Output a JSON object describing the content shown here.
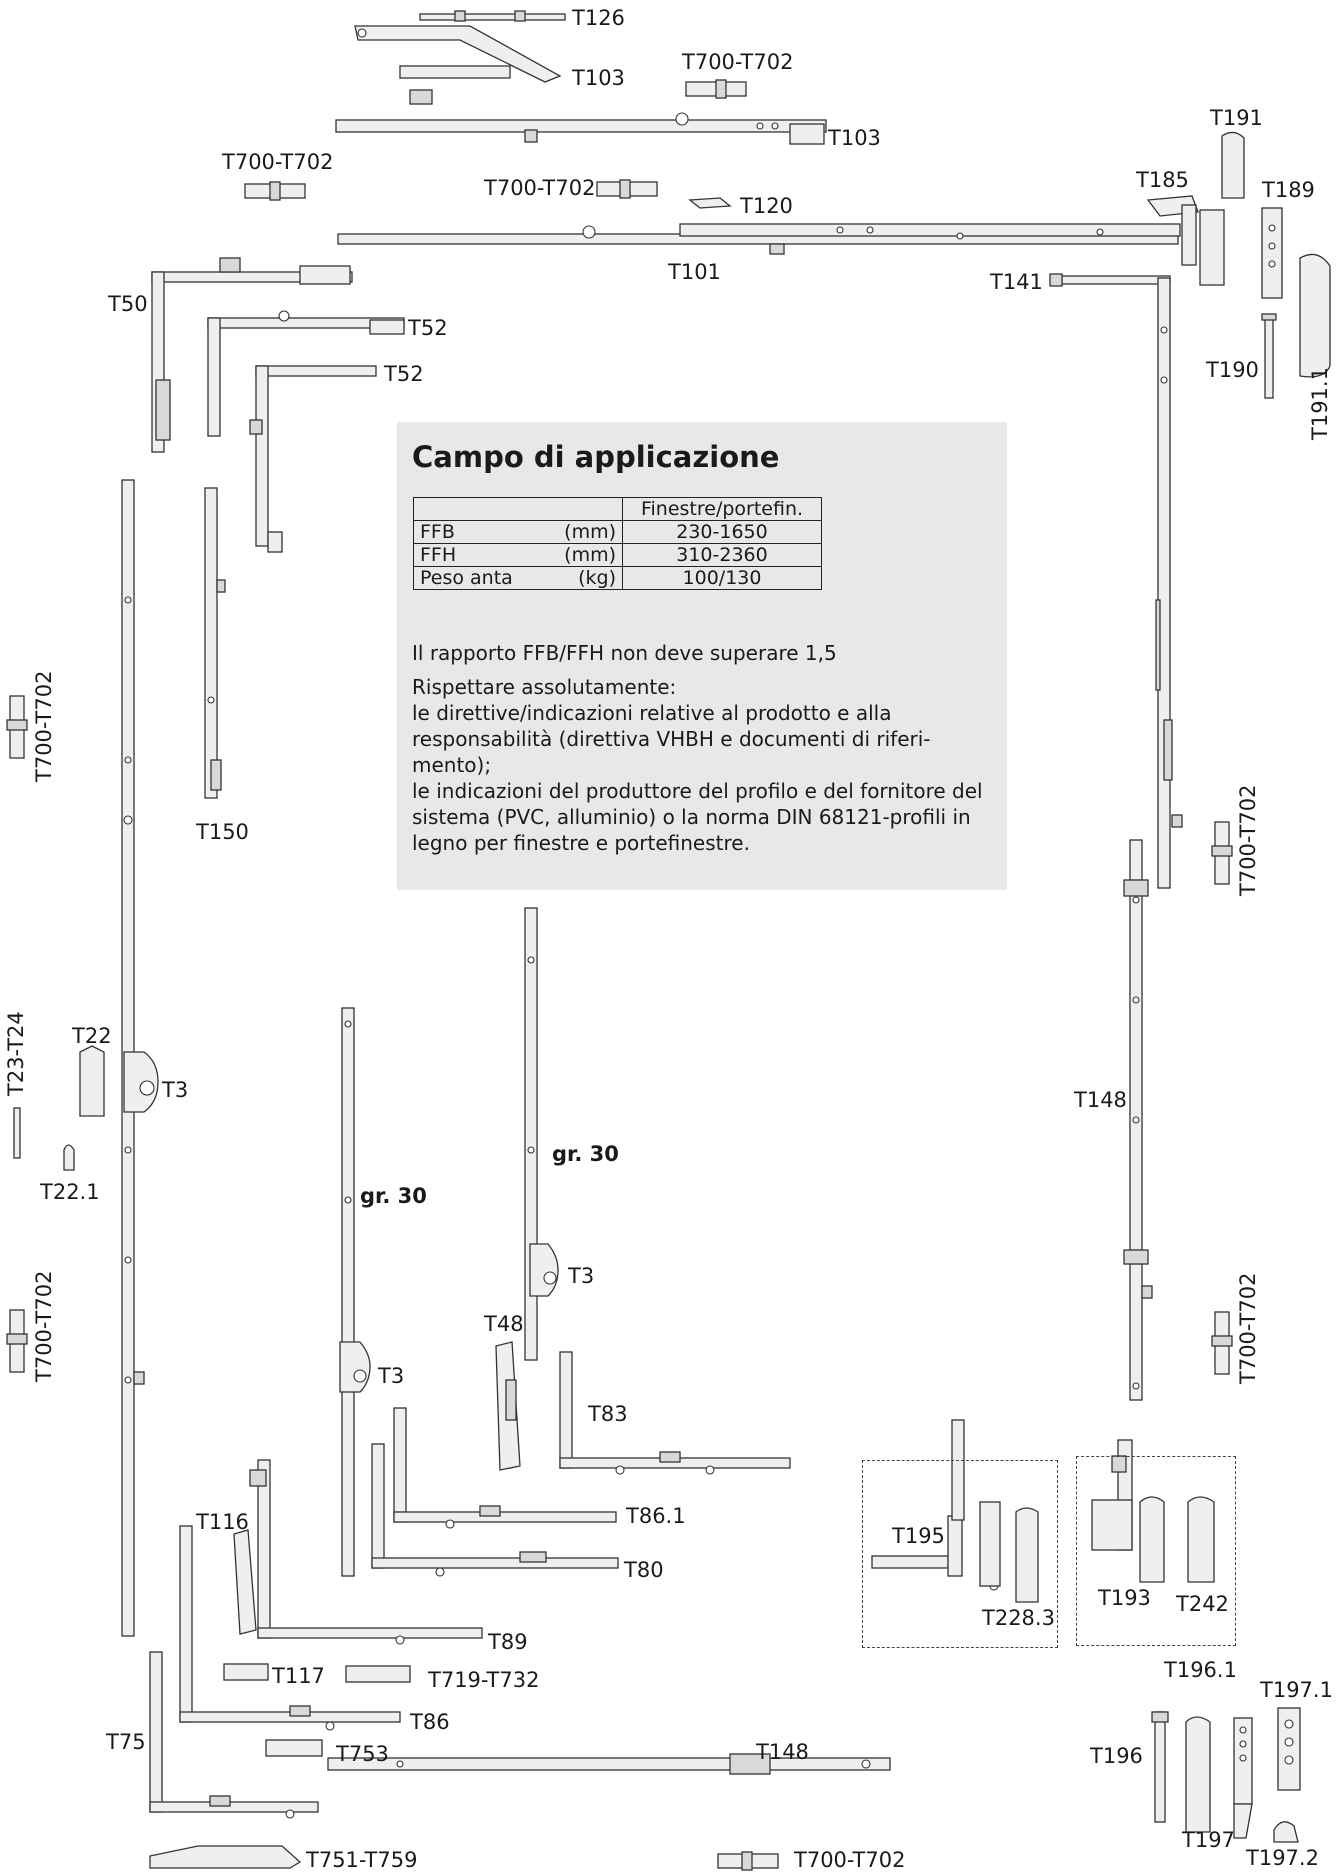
{
  "info": {
    "title": "Campo di applicazione",
    "table": {
      "header": "Finestre/portefin.",
      "rows": [
        {
          "label": "FFB",
          "unit": "(mm)",
          "value": "230-1650"
        },
        {
          "label": "FFH",
          "unit": "(mm)",
          "value": "310-2360"
        },
        {
          "label": "Peso anta",
          "unit": "(kg)",
          "value": "100/130"
        }
      ]
    },
    "note1": "Il rapporto FFB/FFH non deve superare 1,5",
    "note2_head": "Rispettare assolutamente:",
    "note2_line1": "le direttive/indicazioni relative al prodotto e alla responsabilità (direttiva VHBH e documenti di riferi-mento);",
    "note2_line2": "le indicazioni del produttore del profilo e del fornitore del sistema (PVC, alluminio) o la norma DIN 68121-profili in legno per finestre e portefinestre."
  },
  "labels": {
    "t126": "T126",
    "t103a": "T103",
    "t700_top": "T700-T702",
    "t103b": "T103",
    "t191": "T191",
    "t700_left_top": "T700-T702",
    "t700_mid_top": "T700-T702",
    "t120": "T120",
    "t185": "T185",
    "t189": "T189",
    "t101": "T101",
    "t141": "T141",
    "t50": "T50",
    "t52a": "T52",
    "t52b": "T52",
    "t190": "T190",
    "t191_1": "T191.1",
    "t700_left_vert": "T700-T702",
    "t150": "T150",
    "t700_right_vert": "T700-T702",
    "t23_t24": "T23-T24",
    "t22": "T22",
    "t3_left": "T3",
    "t148_right": "T148",
    "t22_1": "T22.1",
    "gr30_right": "gr. 30",
    "gr30_left": "gr. 30",
    "t3_mid": "T3",
    "t700_left_bottom": "T700-T702",
    "t48": "T48",
    "t700_right_bottom": "T700-T702",
    "t3_low": "T3",
    "t83": "T83",
    "t86_1": "T86.1",
    "t195": "T195",
    "t116": "T116",
    "t80": "T80",
    "t193": "T193",
    "t242": "T242",
    "t228_3": "T228.3",
    "t89": "T89",
    "t117": "T117",
    "t719": "T719-T732",
    "t196_1": "T196.1",
    "t197_1": "T197.1",
    "t86": "T86",
    "t75": "T75",
    "t753": "T753",
    "t148_bottom": "T148",
    "t196": "T196",
    "t197": "T197",
    "t197_2": "T197.2",
    "t751": "T751-T759",
    "t700_bottom": "T700-T702"
  }
}
